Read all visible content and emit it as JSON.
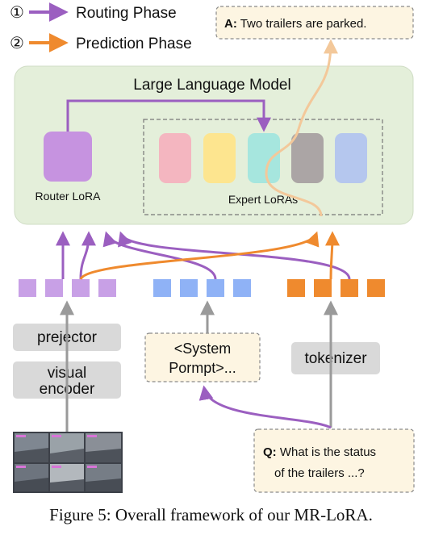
{
  "legend": {
    "routing": {
      "number": "①",
      "label": "Routing Phase",
      "color": "#9b5fc0"
    },
    "prediction": {
      "number": "②",
      "label": "Prediction Phase",
      "color": "#ef8a2e"
    }
  },
  "answer": {
    "prefix": "A:",
    "text": " Two trailers are parked."
  },
  "llm": {
    "title": "Large Language Model",
    "router_label": "Router LoRA",
    "experts_label": "Expert LoRAs"
  },
  "experts": {
    "colors": [
      "#f4b6c0",
      "#fde58f",
      "#a6e6de",
      "#aba5a5",
      "#b5c7ee"
    ]
  },
  "tokens": {
    "visual_color": "#c8a0e6",
    "system_color": "#8fb2f6",
    "text_color": "#ef8a2e"
  },
  "modules": {
    "projector": "prejector",
    "encoder_line1": "visual",
    "encoder_line2": "encoder",
    "tokenizer": "tokenizer"
  },
  "system_prompt": {
    "line1": "<System",
    "line2": "Pormpt>..."
  },
  "question": {
    "prefix": "Q:",
    "line1": " What is the status",
    "line2": "of the trailers ...?"
  },
  "caption": "Figure 5: Overall framework of our MR-LoRA."
}
